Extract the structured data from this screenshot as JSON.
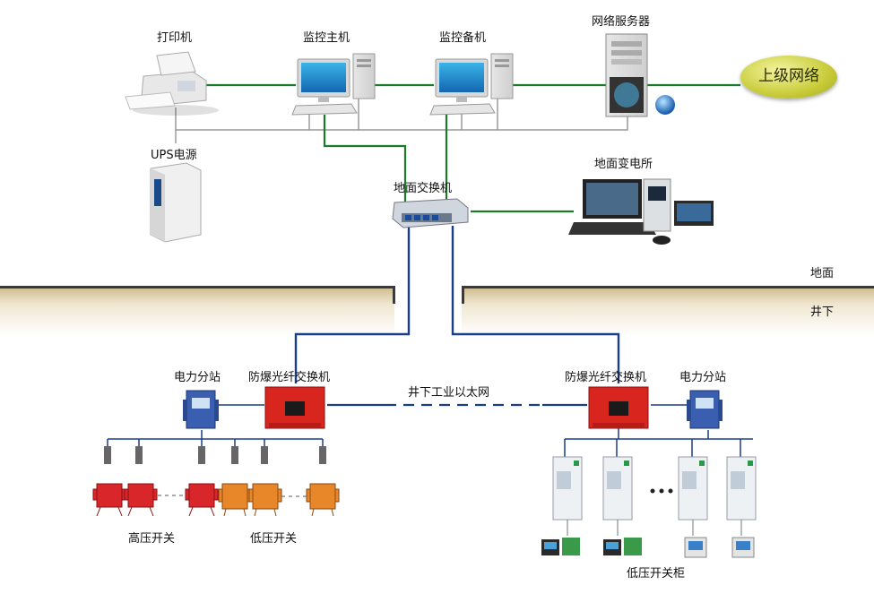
{
  "labels": {
    "printer": "打印机",
    "monitor_main": "监控主机",
    "monitor_backup": "监控备机",
    "network_server": "网络服务器",
    "upper_network": "上级网络",
    "ups": "UPS电源",
    "ground_substation": "地面变电所",
    "ground_switch": "地面交换机",
    "surface": "地面",
    "underground": "井下",
    "power_substation_left": "电力分站",
    "fiber_switch_left": "防爆光纤交换机",
    "industrial_ethernet": "井下工业以太网",
    "fiber_switch_right": "防爆光纤交换机",
    "power_substation_right": "电力分站",
    "high_voltage_switch": "高压开关",
    "low_voltage_switch": "低压开关",
    "low_voltage_cabinet": "低压开关柜"
  },
  "colors": {
    "green_link": "#1a7a2a",
    "blue_link": "#1a3f8a",
    "gray_link": "#9a9a9a",
    "high_voltage": "#d8262a",
    "low_voltage": "#e8862a",
    "fiber_box": "#d8261e",
    "power_box": "#3a5fb0"
  }
}
